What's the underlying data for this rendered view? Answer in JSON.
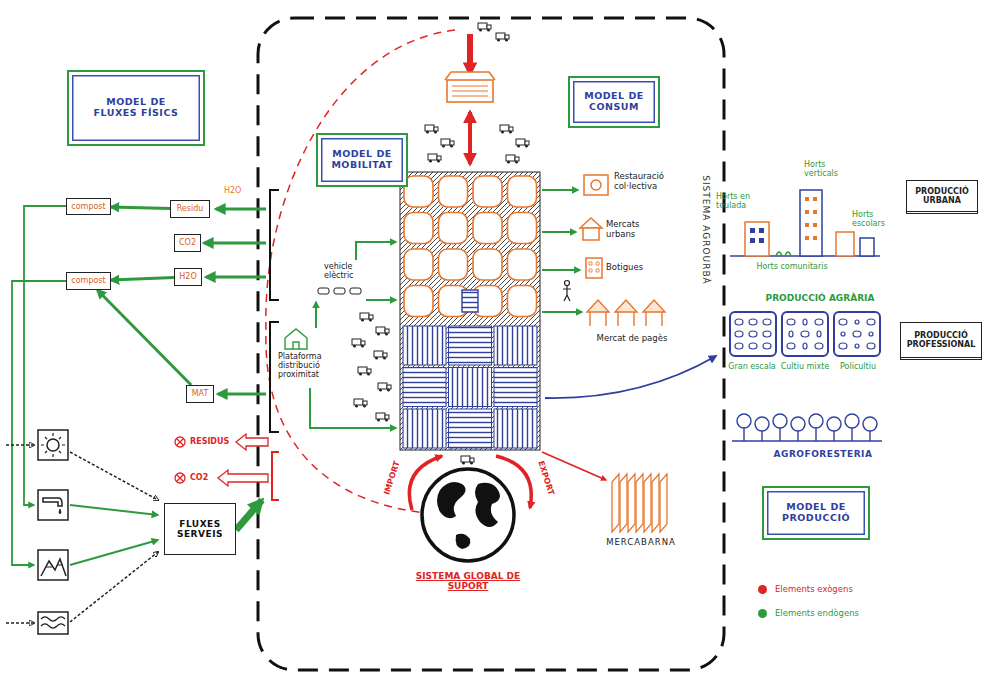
{
  "diagram": {
    "nodes": [
      {
        "text": [
          "MODEL DE FLUXES FÍSICS"
        ]
      },
      {
        "text": [
          "compost"
        ]
      },
      {
        "text": [
          "compost"
        ]
      },
      {
        "text": [
          "Residu"
        ]
      },
      {
        "text": [
          "CO2"
        ]
      },
      {
        "text": [
          "H2O"
        ]
      },
      {
        "text": [
          "MAT"
        ]
      },
      {
        "text": [
          "FLUXES SERVEIS"
        ]
      },
      {
        "text": [
          "MODEL DE MOBILITAT"
        ]
      },
      {
        "text": [
          "MODEL DE CONSUM"
        ]
      },
      {
        "text": [
          "PRODUCCIÓ URBANA"
        ]
      },
      {
        "text": [
          "PRODUCCIÓ PROFESSIONAL"
        ]
      },
      {
        "text": [
          "MODEL DE PRODUCCIÓ"
        ]
      }
    ],
    "edges": [
      {
        "from": 3,
        "to": 1,
        "arrow": "to"
      },
      {
        "from": 5,
        "to": 2,
        "arrow": "to"
      },
      {
        "from": 6,
        "to": 2,
        "arrow": "to"
      }
    ],
    "labels": [
      "H2O",
      "RESIDUS",
      "CO2",
      "vehicle elèctric",
      "Plataforma distribució proximitat",
      "Restauració col·lectiva",
      "Mercats urbans",
      "Botigues",
      "Mercat de pagès",
      "SISTEMA AGROURBÀ",
      "IMPORT",
      "EXPORT",
      "SISTEMA GLOBAL DE SUPORT",
      "MERCABARNA",
      "Horts en teulada",
      "Horts verticals",
      "Horts escolars",
      "Horts comunitaris",
      "PRODUCCIÓ AGRÀRIA",
      "Gran escala",
      "Cultiu mixte",
      "Policultiu",
      "AGROFORESTERIA"
    ],
    "legend": [
      {
        "text": "Elements exògens",
        "color": "#e02424"
      },
      {
        "text": "Elements endògens",
        "color": "#2e9a3e"
      }
    ]
  }
}
